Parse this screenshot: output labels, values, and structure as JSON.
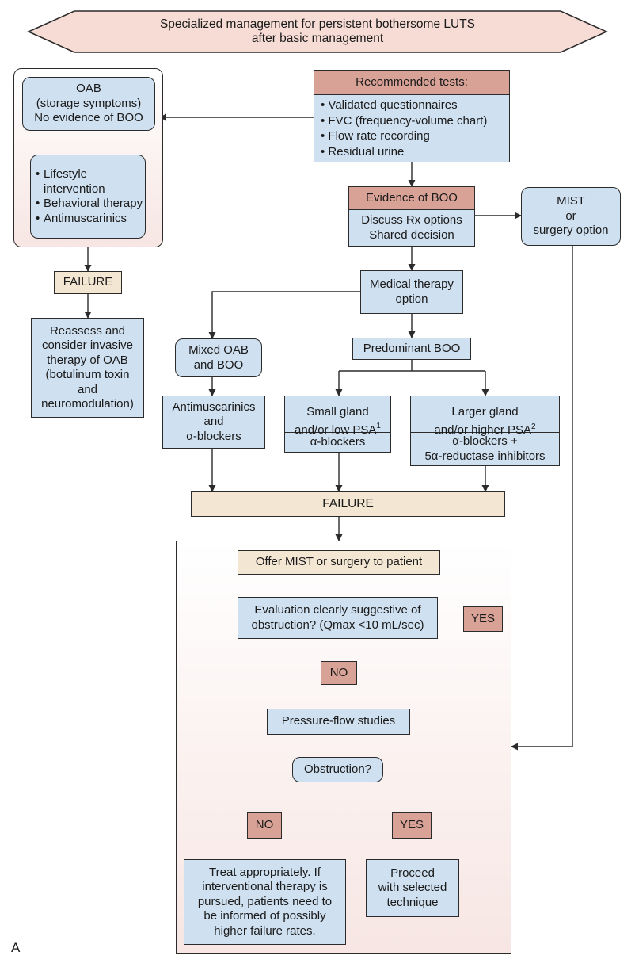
{
  "banner": "Specialized management for persistent bothersome LUTS\nafter basic management",
  "left_panel": {
    "oab_box": "OAB\n(storage symptoms)\nNo evidence of BOO",
    "conservative": [
      "Lifestyle intervention",
      "Behavioral therapy",
      "Antimuscarinics"
    ]
  },
  "failure_left": "FAILURE",
  "reassess": "Reassess and\nconsider invasive\ntherapy of OAB\n(botulinum toxin\nand\nneuromodulation)",
  "recommended": {
    "title": "Recommended tests:",
    "items": [
      "Validated questionnaires",
      "FVC (frequency-volume chart)",
      "Flow rate recording",
      "Residual urine"
    ]
  },
  "evidence": {
    "title": "Evidence of BOO",
    "body": "Discuss Rx options\nShared decision"
  },
  "mist_option": "MIST\nor\nsurgery option",
  "medical_therapy": "Medical therapy\noption",
  "predominant_boo": "Predominant BOO",
  "mixed": "Mixed OAB\nand BOO",
  "antimusc_alpha": "Antimuscarinics\nand\nα-blockers",
  "small_gland": {
    "title": "Small gland\nand/or low PSA",
    "sup": "1",
    "body": "α-blockers"
  },
  "large_gland": {
    "title": "Larger gland\nand/or higher PSA",
    "sup": "2",
    "body": "α-blockers +\n5α-reductase inhibitors"
  },
  "failure_main": "FAILURE",
  "offer_mist": "Offer MIST or surgery to patient",
  "evaluation": "Evaluation clearly suggestive of\nobstruction? (Qmax <10 mL/sec)",
  "yes_1": "YES",
  "no_1": "NO",
  "pressure_flow": "Pressure-flow studies",
  "obstruction": "Obstruction?",
  "no_2": "NO",
  "yes_2": "YES",
  "treat": "Treat appropriately. If\ninterventional therapy is\npursued, patients need to\nbe informed of possibly\nhigher failure rates.",
  "proceed": "Proceed\nwith selected\ntechnique",
  "figure_label": "A",
  "colors": {
    "blue_fill": "#cfe0f0",
    "rose_fill": "#d8a296",
    "tan_fill": "#f3e6d3",
    "banner_fill": "#f6dcd5",
    "line": "#2b2b2b"
  }
}
